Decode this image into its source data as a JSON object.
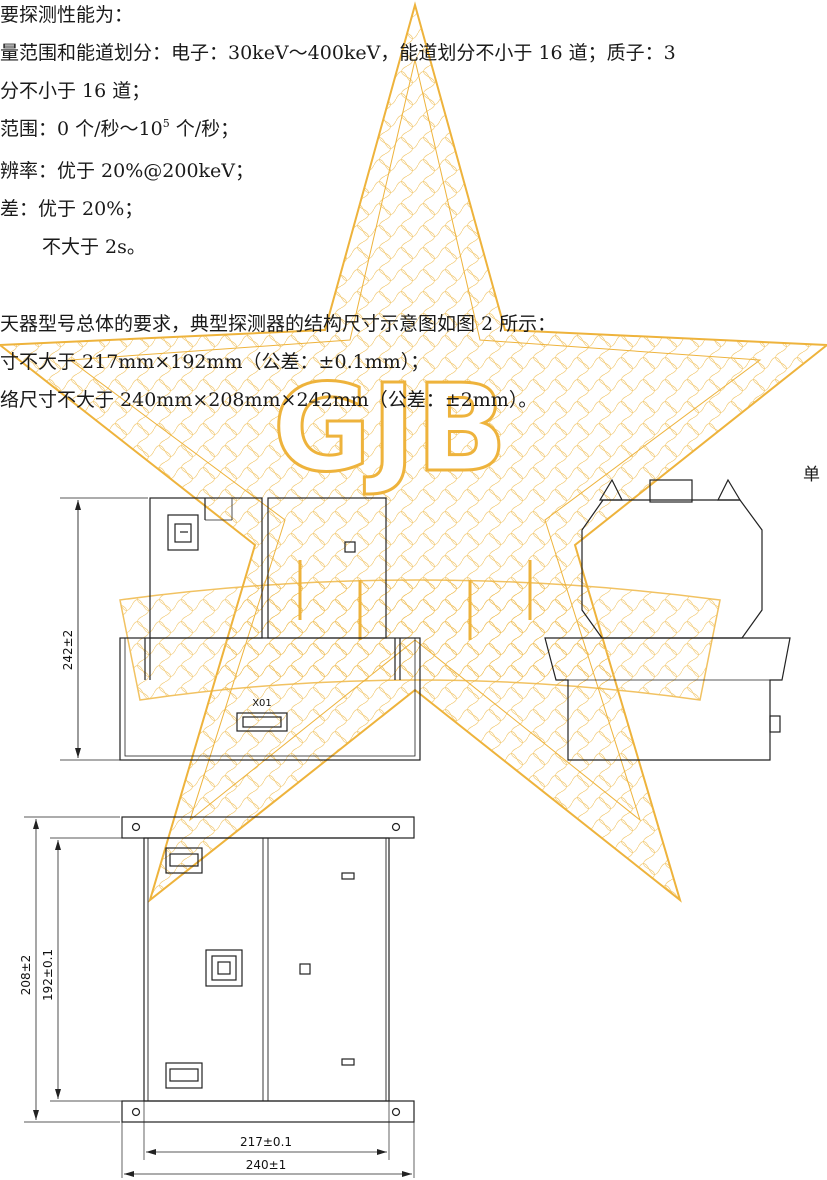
{
  "doc": {
    "lines": [
      "要探测性能为：",
      "量范围和能道划分：电子：30keV～400keV，能道划分不小于 16 道；质子：3",
      "分不小于 16 道；",
      "范围：0 个/秒～10",
      " 个/秒；",
      "辨率：优于 20%@200keV；",
      "差：优于 20%；",
      "不大于 2s。",
      "天器型号总体的要求，典型探测器的结构尺寸示意图如图 2 所示：",
      "寸不大于 217mm×192mm（公差：±0.1mm）；",
      "络尺寸不大于 240mm×208mm×242mm（公差：±2mm）。"
    ],
    "exponent": "5",
    "unit_fragment": "单"
  },
  "watermark": {
    "text": "GJB",
    "color": "#eeb33c"
  },
  "figure": {
    "height_dim": "242±2",
    "connector_label": "X01",
    "depth_dim": "208±2",
    "depth_inner_dim": "192±0.1",
    "width_inner_dim": "217±0.1",
    "width_dim": "240±1"
  }
}
